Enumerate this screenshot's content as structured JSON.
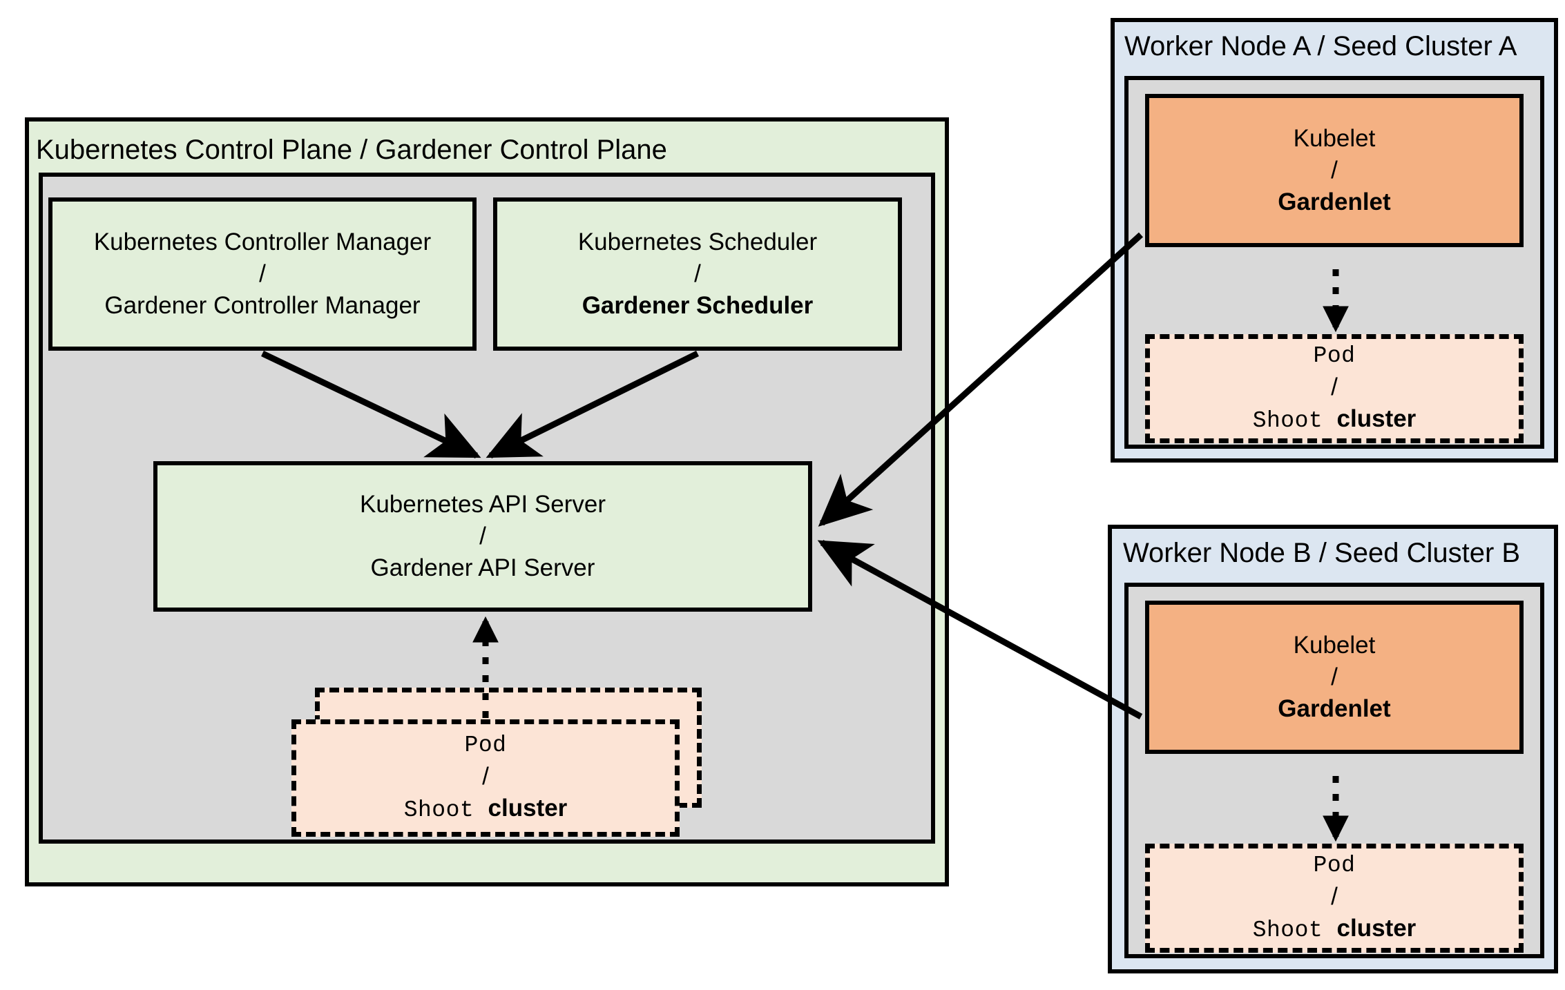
{
  "diagram": {
    "title": "Gardener architecture: Kubernetes Control Plane and Seed Clusters",
    "colors": {
      "control_plane_fill": "#e2efda",
      "inner_gray_fill": "#d9d9d9",
      "seed_cluster_fill": "#dce6f1",
      "kubelet_fill": "#f4b183",
      "pod_fill": "#fce4d6",
      "stroke": "#000000"
    }
  },
  "control_plane": {
    "title": "Kubernetes Control Plane / Gardener Control Plane",
    "controller_manager": {
      "line1": "Kubernetes Controller Manager",
      "separator": "/",
      "line2": "Gardener Controller Manager"
    },
    "scheduler": {
      "line1": "Kubernetes Scheduler",
      "separator": "/",
      "line2": "Gardener Scheduler"
    },
    "api_server": {
      "line1": "Kubernetes API Server",
      "separator": "/",
      "line2": "Gardener API Server"
    },
    "pod": {
      "line1": "Pod",
      "separator": "/",
      "line2_mono": "Shoot",
      "line2_bold": "cluster"
    }
  },
  "seed_clusters": [
    {
      "title": "Worker Node A / Seed Cluster A",
      "kubelet": {
        "line1": "Kubelet",
        "separator": "/",
        "line2": "Gardenlet"
      },
      "pod": {
        "line1": "Pod",
        "separator": "/",
        "line2_mono": "Shoot",
        "line2_bold": "cluster"
      }
    },
    {
      "title": "Worker Node B / Seed Cluster B",
      "kubelet": {
        "line1": "Kubelet",
        "separator": "/",
        "line2": "Gardenlet"
      },
      "pod": {
        "line1": "Pod",
        "separator": "/",
        "line2_mono": "Shoot",
        "line2_bold": "cluster"
      }
    }
  ],
  "connections": [
    {
      "name": "controller-manager-to-api-server",
      "style": "solid-arrow"
    },
    {
      "name": "scheduler-to-api-server",
      "style": "solid-arrow"
    },
    {
      "name": "control-plane-pod-to-api-server",
      "style": "dotted-arrow"
    },
    {
      "name": "seed-a-gardenlet-to-api-server",
      "style": "solid-arrow"
    },
    {
      "name": "seed-b-gardenlet-to-api-server",
      "style": "solid-arrow"
    },
    {
      "name": "seed-a-gardenlet-to-pod",
      "style": "dotted-arrow"
    },
    {
      "name": "seed-b-gardenlet-to-pod",
      "style": "dotted-arrow"
    }
  ]
}
